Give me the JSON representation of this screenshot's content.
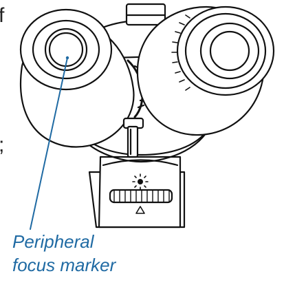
{
  "figure": {
    "callout": {
      "line1": "Peripheral",
      "line2": "focus marker"
    },
    "margin_text": {
      "top": "f",
      "middle": ";"
    },
    "colors": {
      "line_art": "#111111",
      "callout": "#1f6aa3",
      "background": "#ffffff"
    },
    "icons": {
      "sun_symbol": "sun-icon",
      "delta_symbol": "triangle-icon"
    }
  }
}
